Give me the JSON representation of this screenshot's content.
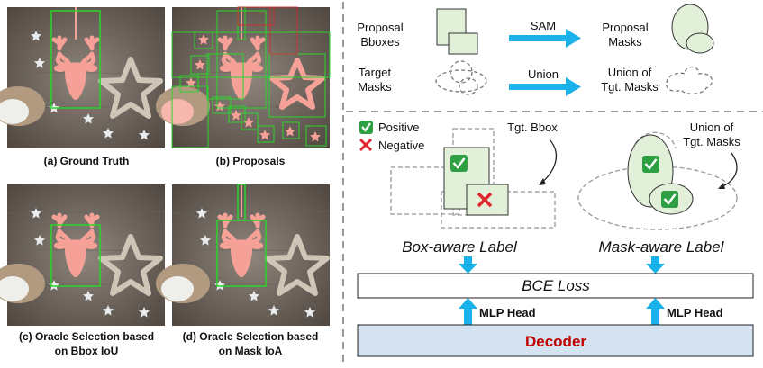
{
  "panels": {
    "a": "(a) Ground Truth",
    "b": "(b) Proposals",
    "c_line1": "(c) Oracle Selection based",
    "c_line2": "on Bbox IoU",
    "d_line1": "(d) Oracle Selection based",
    "d_line2": "on Mask IoA"
  },
  "top_right": {
    "proposal_bboxes_1": "Proposal",
    "proposal_bboxes_2": "Bboxes",
    "sam": "SAM",
    "proposal_masks_1": "Proposal",
    "proposal_masks_2": "Masks",
    "target_masks_1": "Target",
    "target_masks_2": "Masks",
    "union": "Union",
    "union_tgt_1": "Union of",
    "union_tgt_2": "Tgt. Masks"
  },
  "middle": {
    "positive": "Positive",
    "negative": "Negative",
    "tgt_bbox": "Tgt. Bbox",
    "union_of_1": "Union of",
    "union_of_2": "Tgt. Masks",
    "box_aware": "Box-aware Label",
    "mask_aware": "Mask-aware Label"
  },
  "bottom": {
    "bce_loss": "BCE Loss",
    "mlp_head_left": "MLP Head",
    "mlp_head_right": "MLP Head",
    "decoder": "Decoder"
  },
  "colors": {
    "green_box": "#2bd42b",
    "pink": "#f6a197",
    "light_green": "#e2efd9",
    "arrow_blue": "#19b2ea",
    "decoder_fill": "#d5e3f1",
    "decoder_text": "#c00000",
    "check_green": "#2ea043",
    "cross_red": "#e0262e"
  }
}
